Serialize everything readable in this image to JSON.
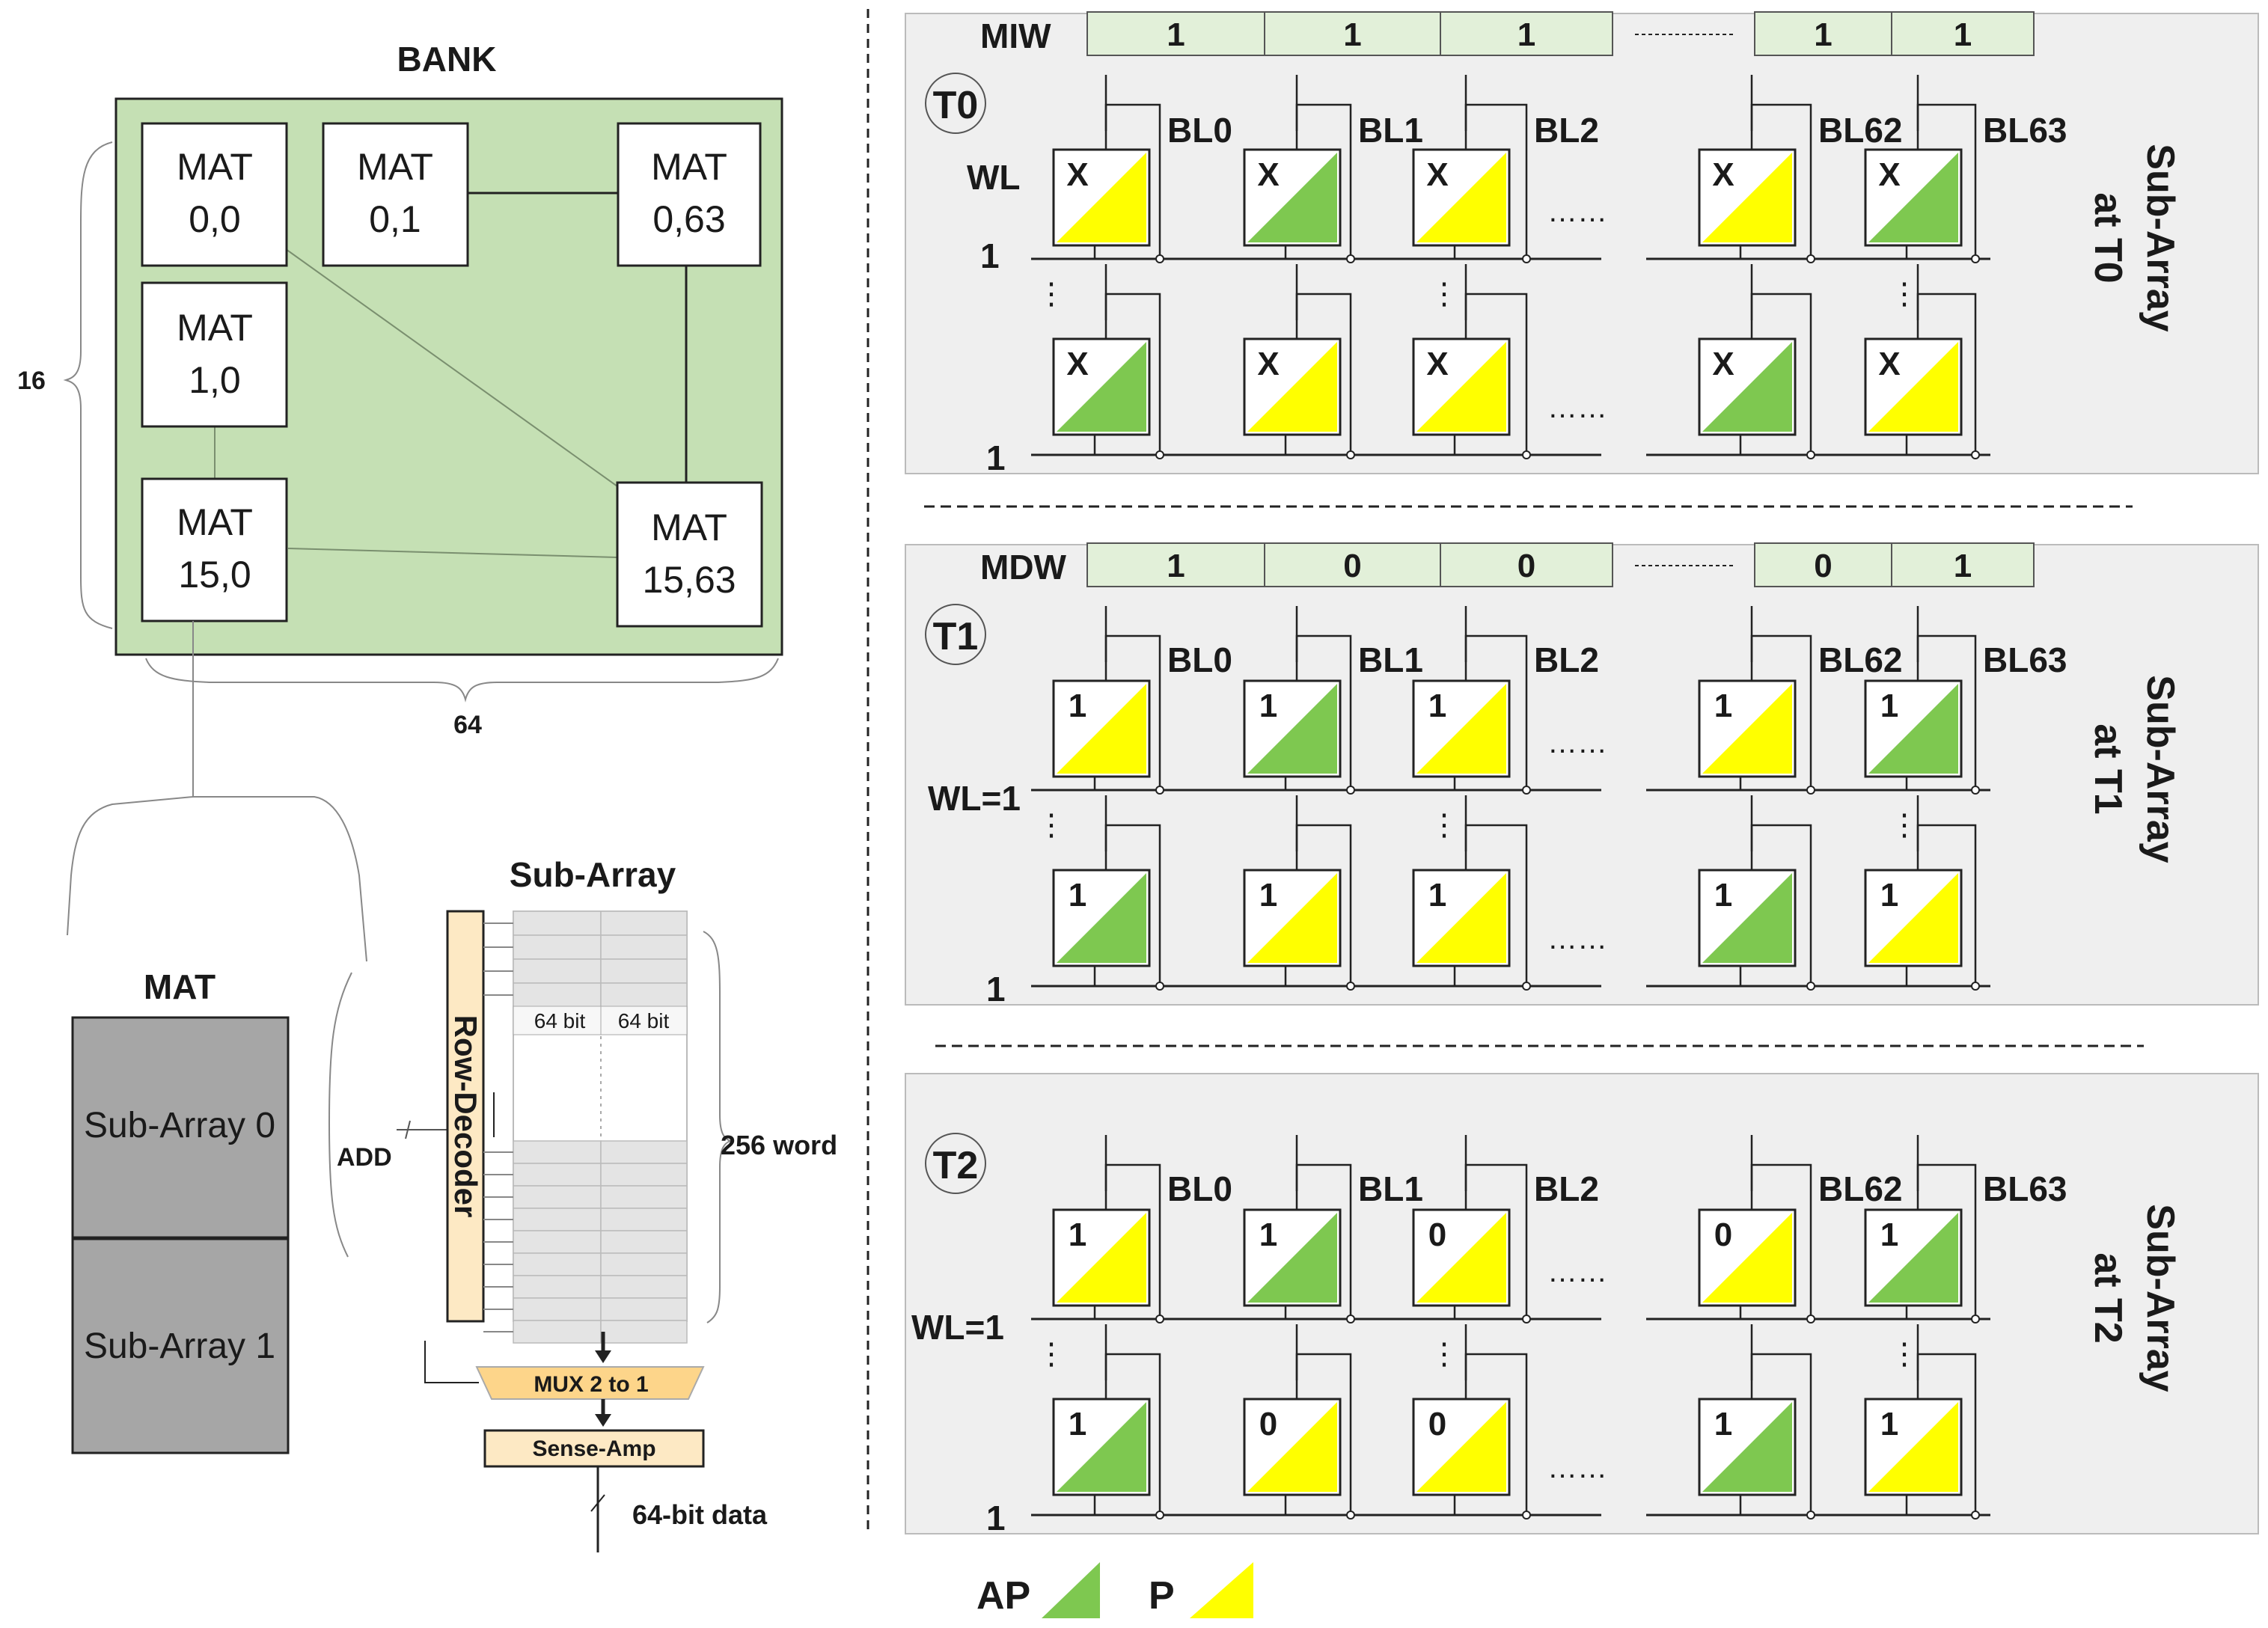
{
  "bank": {
    "title": "BANK",
    "rows_label": "16",
    "cols_label": "64",
    "mats": [
      {
        "line1": "MAT",
        "line2": "0,0"
      },
      {
        "line1": "MAT",
        "line2": "0,1"
      },
      {
        "line1": "MAT",
        "line2": "0,63"
      },
      {
        "line1": "MAT",
        "line2": "1,0"
      },
      {
        "line1": "MAT",
        "line2": "15,0"
      },
      {
        "line1": "MAT",
        "line2": "15,63"
      }
    ]
  },
  "mat": {
    "title": "MAT",
    "subarray0": "Sub-Array 0",
    "subarray1": "Sub-Array 1",
    "add_label": "ADD"
  },
  "subarray": {
    "title": "Sub-Array",
    "row_decoder": "Row-Decoder",
    "bit_label_1": "64 bit",
    "bit_label_2": "64 bit",
    "words_label": "256 word",
    "mux": "MUX 2 to 1",
    "sense_amp": "Sense-Amp",
    "data_label": "64-bit data"
  },
  "panels": [
    {
      "time": "T0",
      "word_label": "MIW",
      "word_bits": [
        "1",
        "1",
        "1",
        "1",
        "1"
      ],
      "wl_label": "WL",
      "row1_index": "1",
      "row2_index": "1",
      "bitlines": [
        "BL0",
        "BL1",
        "BL2",
        "BL62",
        "BL63"
      ],
      "side_line1": "Sub-Array",
      "side_line2": "at T0",
      "row1_cells": [
        {
          "v": "X",
          "state": "P"
        },
        {
          "v": "X",
          "state": "AP"
        },
        {
          "v": "X",
          "state": "P"
        },
        {
          "v": "X",
          "state": "P"
        },
        {
          "v": "X",
          "state": "AP"
        }
      ],
      "row2_cells": [
        {
          "v": "X",
          "state": "AP"
        },
        {
          "v": "X",
          "state": "P"
        },
        {
          "v": "X",
          "state": "P"
        },
        {
          "v": "X",
          "state": "AP"
        },
        {
          "v": "X",
          "state": "P"
        }
      ]
    },
    {
      "time": "T1",
      "word_label": "MDW",
      "word_bits": [
        "1",
        "0",
        "0",
        "0",
        "1"
      ],
      "wl_label": "WL=1",
      "row1_index": "",
      "row2_index": "1",
      "bitlines": [
        "BL0",
        "BL1",
        "BL2",
        "BL62",
        "BL63"
      ],
      "side_line1": "Sub-Array",
      "side_line2": "at T1",
      "row1_cells": [
        {
          "v": "1",
          "state": "P"
        },
        {
          "v": "1",
          "state": "AP"
        },
        {
          "v": "1",
          "state": "P"
        },
        {
          "v": "1",
          "state": "P"
        },
        {
          "v": "1",
          "state": "AP"
        }
      ],
      "row2_cells": [
        {
          "v": "1",
          "state": "AP"
        },
        {
          "v": "1",
          "state": "P"
        },
        {
          "v": "1",
          "state": "P"
        },
        {
          "v": "1",
          "state": "AP"
        },
        {
          "v": "1",
          "state": "P"
        }
      ]
    },
    {
      "time": "T2",
      "word_label": "",
      "word_bits": [],
      "wl_label": "WL=1",
      "row1_index": "",
      "row2_index": "1",
      "bitlines": [
        "BL0",
        "BL1",
        "BL2",
        "BL62",
        "BL63"
      ],
      "side_line1": "Sub-Array",
      "side_line2": "at T2",
      "row1_cells": [
        {
          "v": "1",
          "state": "P"
        },
        {
          "v": "1",
          "state": "AP"
        },
        {
          "v": "0",
          "state": "P"
        },
        {
          "v": "0",
          "state": "P"
        },
        {
          "v": "1",
          "state": "AP"
        }
      ],
      "row2_cells": [
        {
          "v": "1",
          "state": "AP"
        },
        {
          "v": "0",
          "state": "P"
        },
        {
          "v": "0",
          "state": "P"
        },
        {
          "v": "1",
          "state": "AP"
        },
        {
          "v": "1",
          "state": "P"
        }
      ]
    }
  ],
  "legend": {
    "ap": "AP",
    "p": "P"
  },
  "colors": {
    "bank_fill": "#c5e0b4",
    "word_fill": "#e2f0d9",
    "panel_fill": "#efefef",
    "ap": "#7ec850",
    "p": "#ffff00",
    "decoder": "#fde9c4",
    "mux": "#fdd58a"
  }
}
